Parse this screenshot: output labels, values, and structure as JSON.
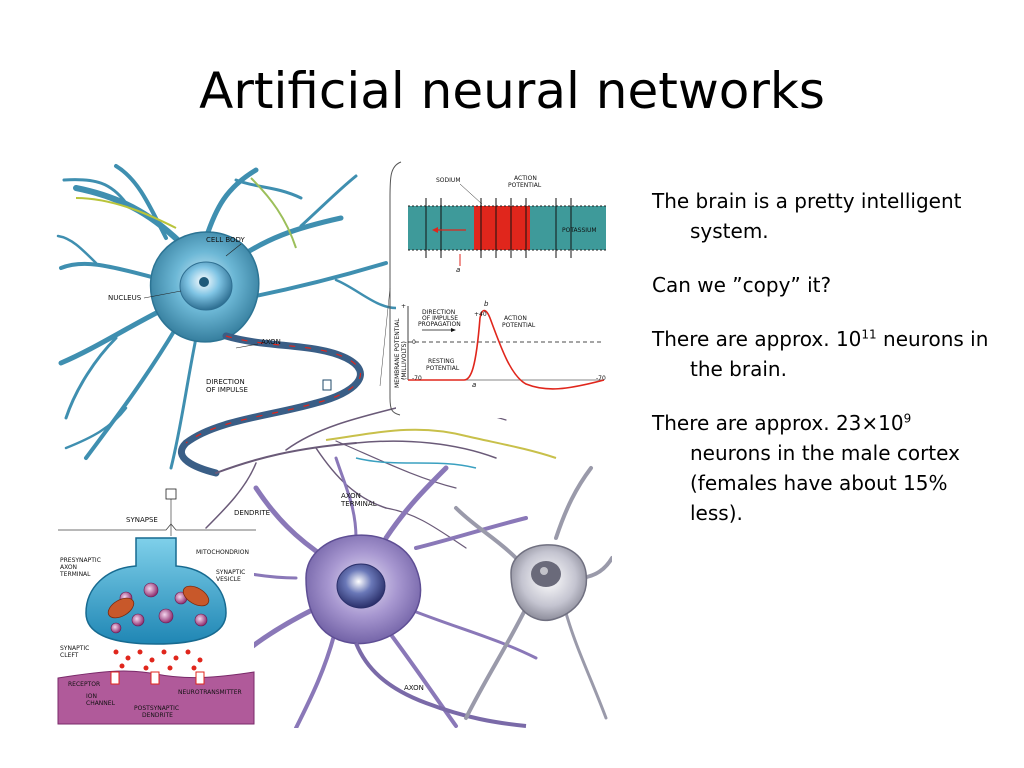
{
  "slide": {
    "title": "Artificial neural networks"
  },
  "bullets": [
    {
      "text": "The brain is a pretty intelligent system."
    },
    {
      "text": "Can we ”copy” it?"
    },
    {
      "pre": "There are approx. 10",
      "sup": "11",
      "post": " neurons in the brain."
    },
    {
      "pre": "There are approx. 23×10",
      "sup": "9",
      "post": " neurons in the male cortex (females have about 15% less)."
    }
  ],
  "figure": {
    "labels": {
      "cell_body": "CELL BODY",
      "nucleus": "NUCLEUS",
      "axon": "AXON",
      "direction_of_impulse_1": "DIRECTION",
      "direction_of_impulse_2": "OF IMPULSE",
      "synapse": "SYNAPSE",
      "dendrite": "DENDRITE",
      "axon_terminal_1": "AXON",
      "axon_terminal_2": "TERMINAL",
      "axon_bottom": "AXON",
      "sodium": "SODIUM",
      "action_potential_1": "ACTION",
      "action_potential_2": "POTENTIAL",
      "potassium": "POTASSIUM",
      "direction_of_propagation_1": "DIRECTION",
      "direction_of_propagation_2": "OF IMPULSE",
      "direction_of_propagation_3": "PROPAGATION",
      "action_potential_graph_1": "ACTION",
      "action_potential_graph_2": "POTENTIAL",
      "resting_potential_1": "RESTING",
      "resting_potential_2": "POTENTIAL",
      "membrane_potential_1": "MEMBRANE POTENTIAL",
      "membrane_potential_2": "(MILLIVOLTS)",
      "plus40": "+40",
      "minus70": "-70",
      "minus70_right": "-70",
      "zero": "0",
      "plus": "+",
      "minus": "–",
      "a_label": "a",
      "b_label": "b",
      "a_label_2": "a",
      "presynaptic_1": "PRESYNAPTIC",
      "presynaptic_2": "AXON",
      "presynaptic_3": "TERMINAL",
      "mitochondrion": "MITOCHONDRION",
      "synaptic_vesicle_1": "SYNAPTIC",
      "synaptic_vesicle_2": "VESICLE",
      "synaptic_cleft_1": "SYNAPTIC",
      "synaptic_cleft_2": "CLEFT",
      "receptor": "RECEPTOR",
      "ion_channel_1": "ION",
      "ion_channel_2": "CHANNEL",
      "neurotransmitter": "NEUROTRANSMITTER",
      "postsynaptic_1": "POSTSYNAPTIC",
      "postsynaptic_2": "DENDRITE"
    },
    "colors": {
      "neuron_blue": "#3f8fb0",
      "neuron_purple": "#8a78b8",
      "neuron_grey": "#b8b8c4",
      "membrane_teal": "#3e9a9a",
      "impulse_red": "#e0261c",
      "synapse_blue": "#2aa0c8",
      "postsynaptic_purple": "#b05a9a"
    }
  }
}
